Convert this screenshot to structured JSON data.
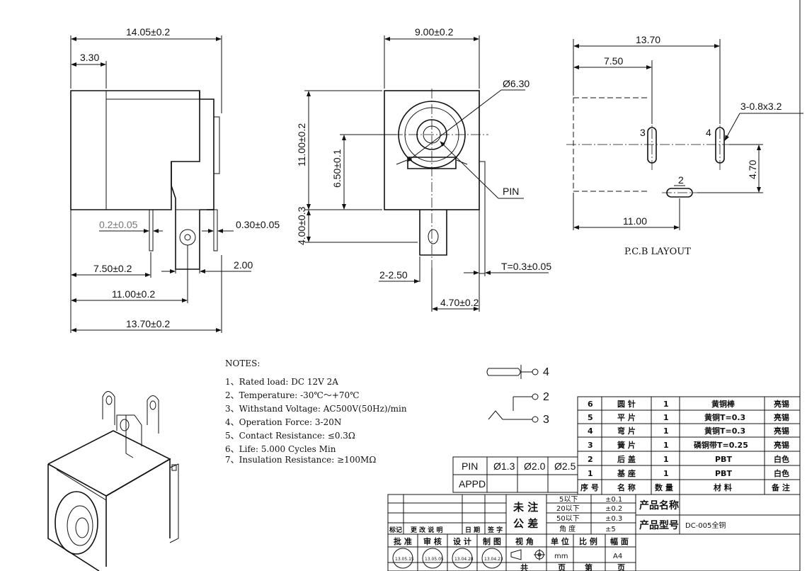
{
  "side_view": {
    "dim_overall_top": "14.05±0.2",
    "dim_left_offset": "3.30",
    "dim_pin_thickness_left": "0.2±0.05",
    "dim_pin_thickness_right": "0.30±0.05",
    "dim_pin1": "7.50±0.2",
    "dim_gap": "2.00",
    "dim_pin2": "11.00±0.2",
    "dim_overall_bottom": "13.70±0.2"
  },
  "front_view": {
    "dim_width": "9.00±0.2",
    "dim_hole": "Ø6.30",
    "dim_height": "11.00±0.2",
    "dim_center": "6.50±0.1",
    "dim_pin_len": "4.00±0.3",
    "pin_label": "PIN",
    "dim_pin_w": "2-2.50",
    "dim_thickness": "T=0.3±0.05",
    "dim_pin_pos": "4.70±0.2"
  },
  "pcb_layout": {
    "dim_total": "13.70",
    "dim_first": "7.50",
    "slot_spec": "3-0.8x3.2",
    "dim_vertical": "4.70",
    "dim_bottom": "11.00",
    "pin_labels": [
      "3",
      "4",
      "2"
    ],
    "caption": "P.C.B LAYOUT"
  },
  "notes": {
    "heading": "NOTES:",
    "items": [
      "1、Rated load: DC 12V 2A",
      "2、Temperature: -30℃～+70℃",
      "3、Withstand Voltage: AC500V(50Hz)/min",
      "4、Operation Force: 3-20N",
      "5、Contact Resistance: ≤0.3Ω",
      "6、Life: 5.000 Cycles Min",
      "7、Insulation Resistance: ≥100MΩ"
    ]
  },
  "schematic": {
    "pins": [
      "4",
      "2",
      "3"
    ]
  },
  "pin_table": {
    "headers": [
      "PIN",
      "Ø1.3",
      "Ø2.0",
      "Ø2.5"
    ],
    "row_label": "APPD"
  },
  "bom": {
    "rows": [
      [
        "6",
        "圆 针",
        "1",
        "黄铜棒",
        "亮锡"
      ],
      [
        "5",
        "平 片",
        "1",
        "黄铜T=0.3",
        "亮锡"
      ],
      [
        "4",
        "弯 片",
        "1",
        "黄铜T=0.3",
        "亮锡"
      ],
      [
        "3",
        "簧 片",
        "1",
        "磷铜带T=0.25",
        "亮锡"
      ],
      [
        "2",
        "后 盖",
        "1",
        "PBT",
        "白色"
      ],
      [
        "1",
        "基 座",
        "1",
        "PBT",
        "白色"
      ]
    ],
    "header": [
      "序 号",
      "名 称",
      "数 量",
      "材 料",
      "备 注"
    ]
  },
  "title_block": {
    "tolerance_label_1": "未 注",
    "tolerance_label_2": "公 差",
    "tolerances": [
      [
        "5以下",
        "±0.1"
      ],
      [
        "20以下",
        "±0.2"
      ],
      [
        "50以下",
        "±0.3"
      ],
      [
        "角 度",
        "±5"
      ]
    ],
    "product_name_label": "产品名称",
    "product_name": "",
    "product_model_label": "产品型号",
    "product_model": "DC-005全铜",
    "rev_header": [
      "标记",
      "更 改 说 明",
      "日 期",
      "签 字"
    ],
    "sign_header": [
      "批 准",
      "审 核",
      "设 计",
      "制 图"
    ],
    "view_header": [
      "视 角",
      "单 位",
      "比 例",
      "幅 面"
    ],
    "unit": "mm",
    "paper": "A4",
    "bottom": [
      "共",
      "页",
      "第",
      "页"
    ],
    "stamps": [
      "13.05.15",
      "13.05.05",
      "13.04.28",
      "13.04.23"
    ]
  }
}
